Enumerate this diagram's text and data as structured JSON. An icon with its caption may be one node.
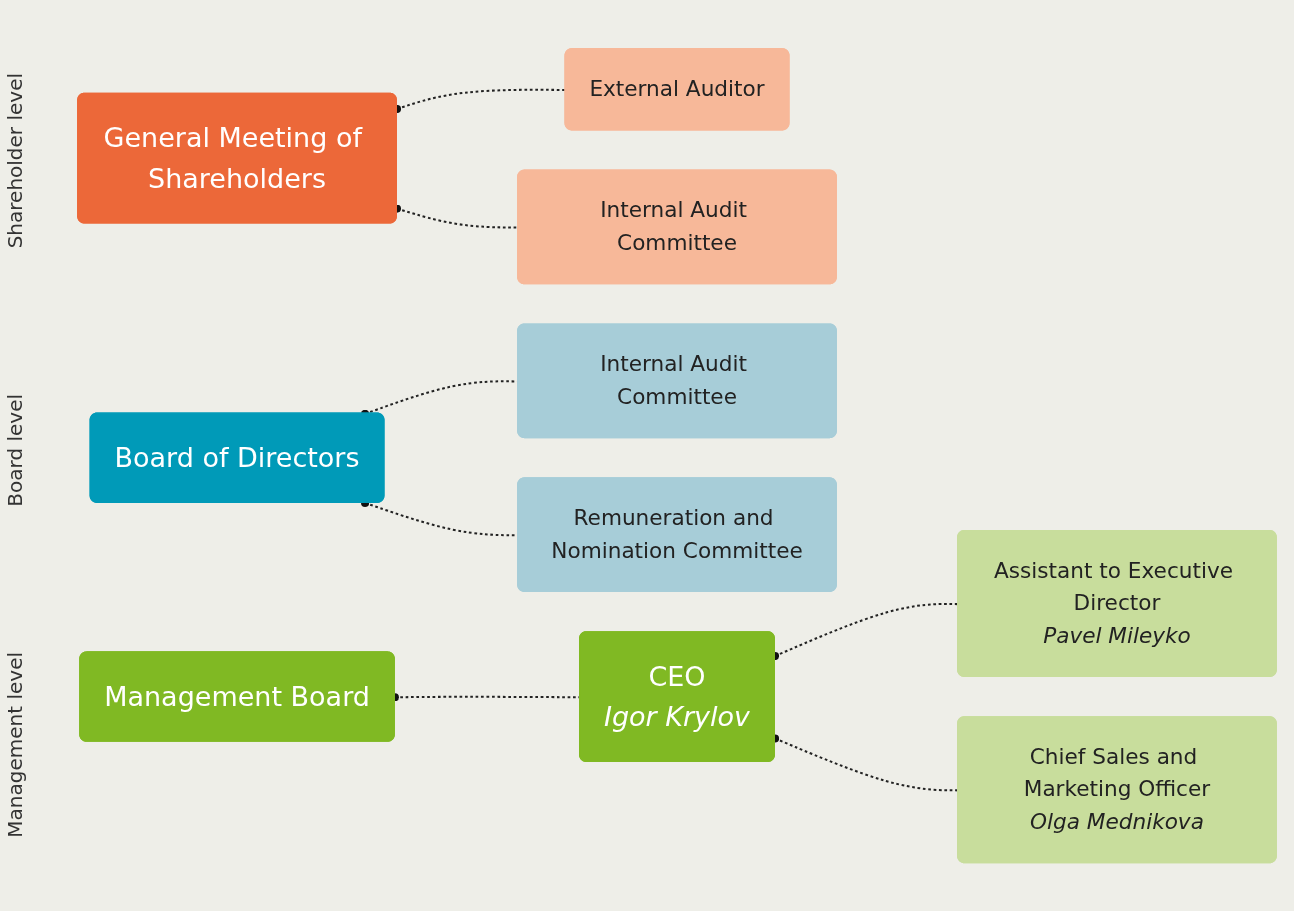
{
  "diagram": {
    "nodes": [
      {
        "text": [
          "General Meeting of Shareholders"
        ]
      },
      {
        "text": [
          "External Auditor"
        ]
      },
      {
        "text": [
          "Internal Audit Committee"
        ]
      },
      {
        "text": [
          "Board of Directors"
        ]
      },
      {
        "text": [
          "Internal Audit Committee"
        ]
      },
      {
        "text": [
          "Remuneration and Nomination Committee"
        ]
      },
      {
        "text": [
          "Management Board"
        ]
      },
      {
        "text": [
          "CEO",
          "Igor Krylov"
        ]
      },
      {
        "text": [
          "Assistant to Executive Director",
          "Pavel Mileyko"
        ]
      },
      {
        "text": [
          "Chief Sales and Marketing Officer",
          "Olga Mednikova"
        ]
      }
    ],
    "edges": [
      {
        "from": 0,
        "to": 1,
        "arrow": "other",
        "style": "dashed"
      },
      {
        "from": 0,
        "to": 2,
        "arrow": "other",
        "style": "dashed"
      },
      {
        "from": 3,
        "to": 4,
        "arrow": "other",
        "style": "dashed"
      },
      {
        "from": 3,
        "to": 5,
        "arrow": "other",
        "style": "dashed"
      },
      {
        "from": 6,
        "to": 7,
        "arrow": "other",
        "style": "dashed"
      },
      {
        "from": 7,
        "to": 8,
        "arrow": "other",
        "style": "dashed"
      },
      {
        "from": 7,
        "to": 9,
        "arrow": "other",
        "style": "dashed"
      }
    ],
    "labels": [
      "Shareholder level",
      "Board level",
      "Management level"
    ]
  }
}
